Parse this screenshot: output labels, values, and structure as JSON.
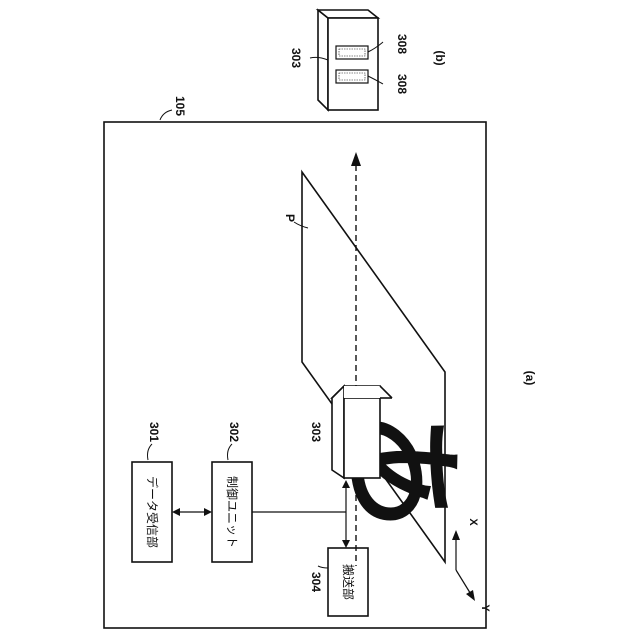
{
  "figure": {
    "part_a_label": "(a)",
    "part_b_label": "(b)",
    "frame_ref": "105",
    "paper_ref": "P",
    "head_ref": "303",
    "head_ref_b": "303",
    "nozzle_ref_1": "308",
    "nozzle_ref_2": "308",
    "data_receiver": {
      "ref": "301",
      "label": "データ受信部"
    },
    "control_unit": {
      "ref": "302",
      "label": "制御ユニット"
    },
    "transport_unit": {
      "ref": "304",
      "label": "搬送部"
    },
    "axis_x": "X",
    "axis_y": "Y",
    "print_glyph": "あ"
  }
}
